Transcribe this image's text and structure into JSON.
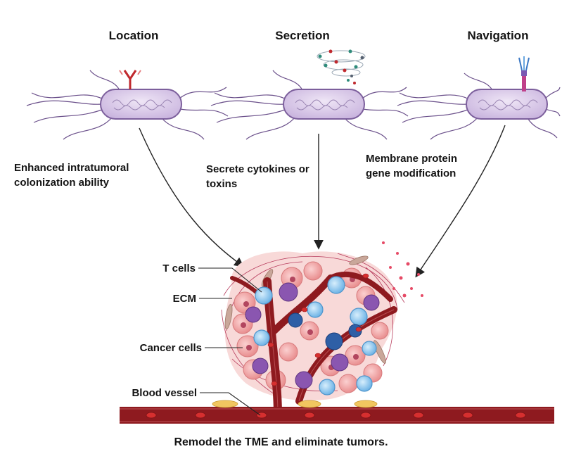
{
  "strategies": [
    {
      "title": "Location",
      "description": "Enhanced intratumoral colonization ability",
      "modification_icon": "antibody-receptor-icon"
    },
    {
      "title": "Secretion",
      "description": "Secrete cytokines or toxins",
      "modification_icon": "secreted-molecules-icon"
    },
    {
      "title": "Navigation",
      "description": "Membrane protein gene modification",
      "modification_icon": "membrane-protein-icon"
    }
  ],
  "tumor_labels": {
    "t_cells": "T cells",
    "ecm": "ECM",
    "cancer_cells": "Cancer cells",
    "blood_vessel": "Blood vessel"
  },
  "caption": "Remodel the TME and eliminate tumors.",
  "colors": {
    "bacterium_fill": "#ddd0ea",
    "bacterium_stroke": "#7c5f9c",
    "vessel": "#8e1a1f",
    "blood_cell": "#d62f2f",
    "cancer_cell": "#f2a7a7",
    "t_cell": "#8cc7ee",
    "macrophage": "#8a56b0",
    "antibody": "#c0282d"
  }
}
